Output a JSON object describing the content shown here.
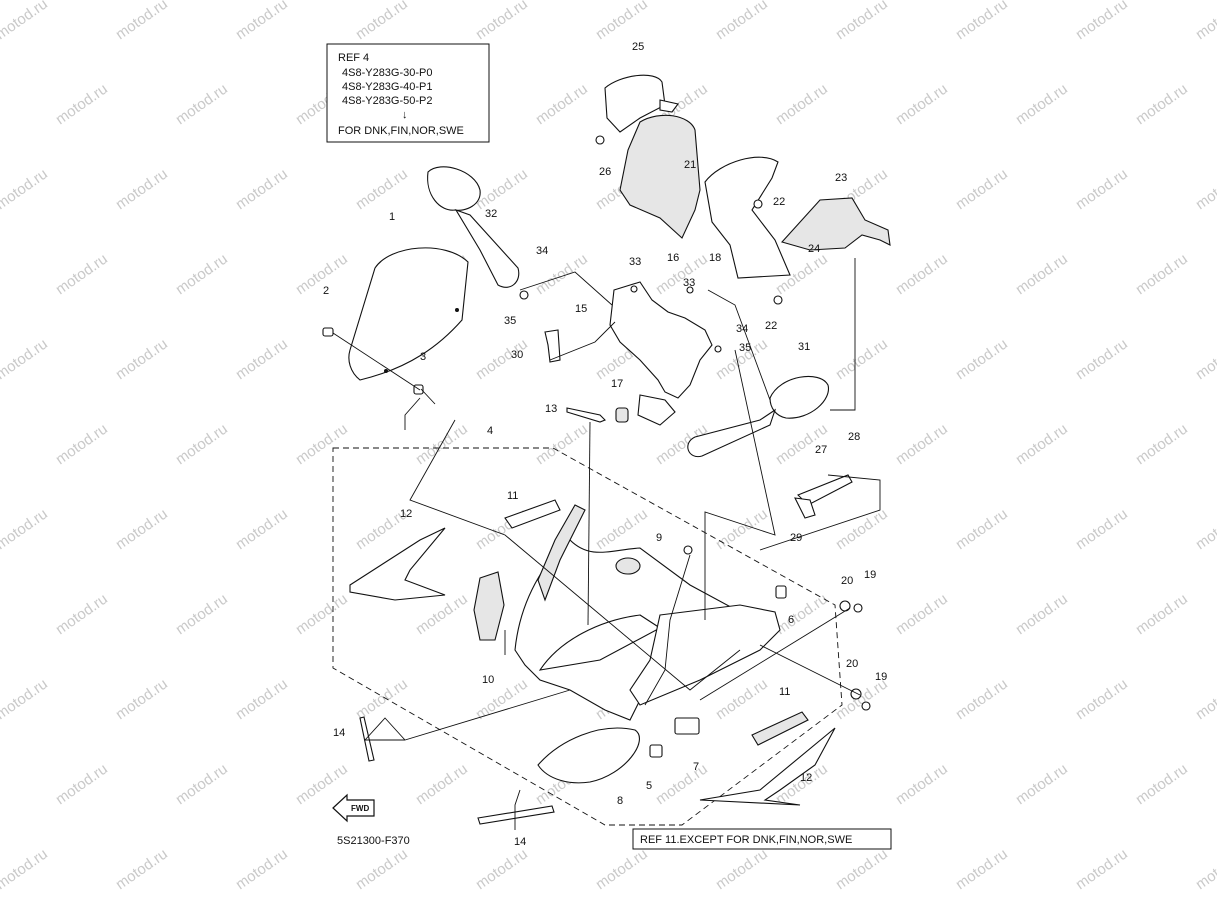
{
  "watermark": "motod.ru",
  "ref_box_top": {
    "title": "REF 4",
    "codes": [
      "4S8-Y283G-30-P0",
      "4S8-Y283G-40-P1",
      "4S8-Y283G-50-P2"
    ],
    "arrow": "↓",
    "note": "FOR DNK,FIN,NOR,SWE"
  },
  "ref_box_bottom": "REF 11.EXCEPT FOR DNK,FIN,NOR,SWE",
  "diagram_code": "5S21300-F370",
  "fwd_label": "FWD",
  "callouts": [
    "1",
    "2",
    "3",
    "4",
    "5",
    "6",
    "7",
    "8",
    "9",
    "10",
    "11",
    "11",
    "12",
    "12",
    "13",
    "14",
    "14",
    "15",
    "16",
    "17",
    "18",
    "19",
    "19",
    "20",
    "20",
    "21",
    "22",
    "22",
    "23",
    "24",
    "25",
    "26",
    "27",
    "28",
    "29",
    "30",
    "31",
    "32",
    "33",
    "33",
    "34",
    "34",
    "35",
    "35"
  ]
}
